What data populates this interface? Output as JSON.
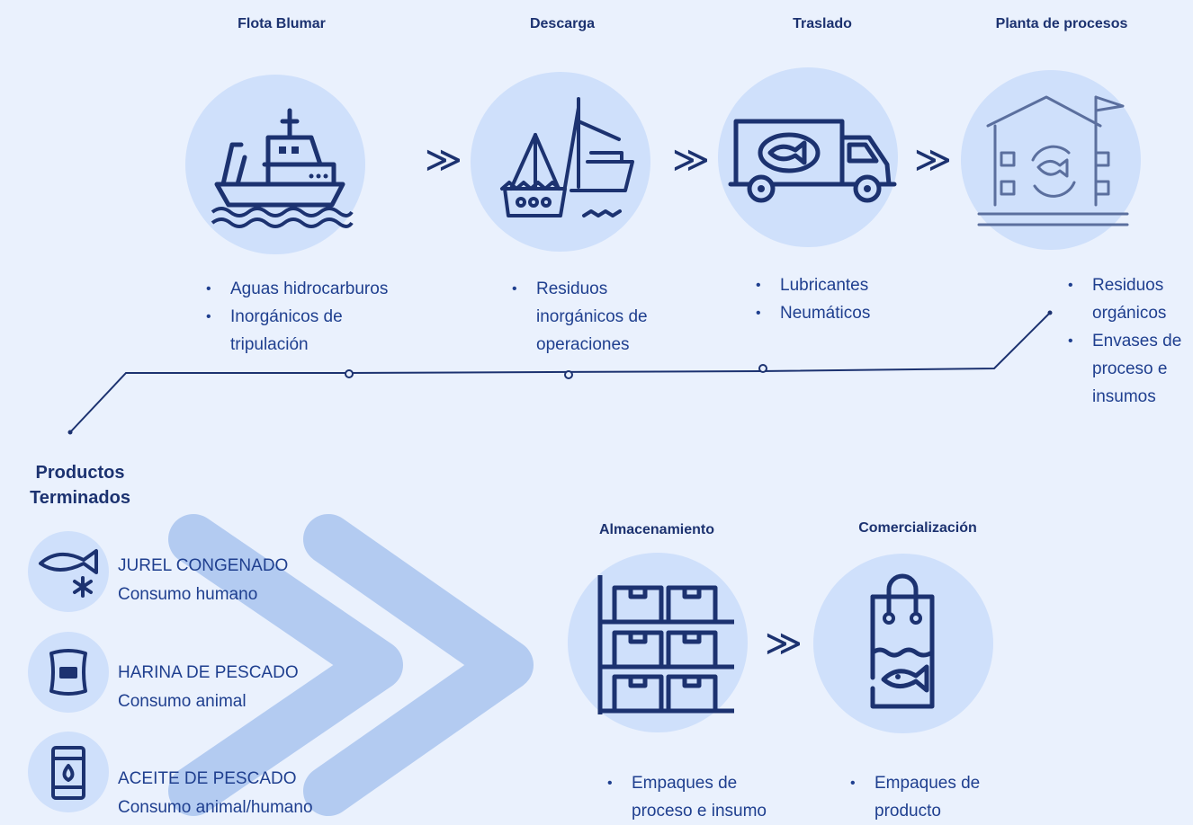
{
  "stages": [
    {
      "title": "Flota Blumar",
      "icon": "fishing-boat-icon",
      "items": [
        "Aguas hidrocarburos",
        "Inorgánicos de tripulación"
      ]
    },
    {
      "title": "Descarga",
      "icon": "trawler-unloading-icon",
      "items": [
        "Residuos inorgánicos de operaciones"
      ]
    },
    {
      "title": "Traslado",
      "icon": "delivery-truck-icon",
      "items": [
        "Lubricantes",
        "Neumáticos"
      ]
    },
    {
      "title": "Planta de procesos",
      "icon": "processing-plant-icon",
      "items": [
        "Residuos orgánicos",
        "Envases de proceso e insumos"
      ]
    }
  ],
  "products": {
    "title": "Productos Terminados",
    "items": [
      {
        "name": "JUREL CONGENADO",
        "use": "Consumo humano",
        "icon": "frozen-fish-icon"
      },
      {
        "name": "HARINA DE PESCADO",
        "use": "Consumo animal",
        "icon": "flour-sack-icon"
      },
      {
        "name": "ACEITE DE PESCADO",
        "use": "Consumo animal/humano",
        "icon": "oil-barrel-icon"
      }
    ]
  },
  "later_stages": [
    {
      "title": "Almacenamiento",
      "icon": "warehouse-shelves-icon",
      "items": [
        "Empaques de proceso e insumo"
      ]
    },
    {
      "title": "Comercialización",
      "icon": "shopping-bag-fish-icon",
      "items": [
        "Empaques de producto"
      ]
    }
  ],
  "arrow_glyph": "≫",
  "colors": {
    "background": "#eaf1fd",
    "circle": "#cfe0fb",
    "dark_blue": "#1c3270",
    "text_blue": "#1f3f8f",
    "chevron": "#a9c4ee"
  }
}
